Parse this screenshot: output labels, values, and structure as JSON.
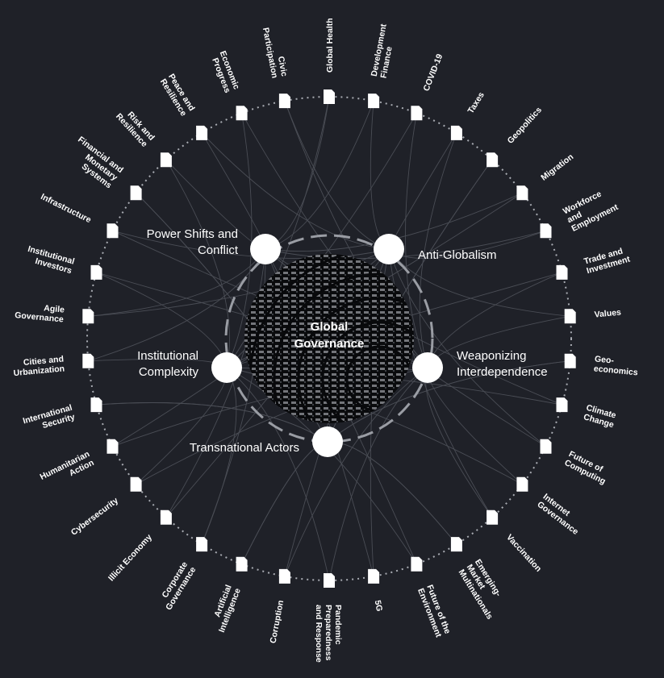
{
  "colors": {
    "background": "#1f2128",
    "foreground": "#ffffff",
    "line": "#4a4d55",
    "ring": "#a9acb3"
  },
  "center": {
    "label": "Global Governance",
    "lines": [
      "Global",
      "Governance"
    ]
  },
  "key_issues": [
    {
      "label": "Power Shifts and Conflict",
      "lines": [
        "Power Shifts and",
        "Conflict"
      ]
    },
    {
      "label": "Anti-Globalism",
      "lines": [
        "Anti-Globalism"
      ]
    },
    {
      "label": "Institutional Complexity",
      "lines": [
        "Institutional",
        "Complexity"
      ]
    },
    {
      "label": "Weaponizing Interdependence",
      "lines": [
        "Weaponizing",
        "Interdependence"
      ]
    },
    {
      "label": "Transnational Actors",
      "lines": [
        "Transnational Actors"
      ]
    }
  ],
  "topics": [
    {
      "label": "Global Health",
      "lines": [
        "Global Health"
      ]
    },
    {
      "label": "Development Finance",
      "lines": [
        "Development",
        "Finance"
      ]
    },
    {
      "label": "COVID-19",
      "lines": [
        "COVID-19"
      ]
    },
    {
      "label": "Taxes",
      "lines": [
        "Taxes"
      ]
    },
    {
      "label": "Geopolitics",
      "lines": [
        "Geopolitics"
      ]
    },
    {
      "label": "Migration",
      "lines": [
        "Migration"
      ]
    },
    {
      "label": "Workforce and Employment",
      "lines": [
        "Workforce",
        "and",
        "Employment"
      ]
    },
    {
      "label": "Trade and Investment",
      "lines": [
        "Trade and",
        "Investment"
      ]
    },
    {
      "label": "Values",
      "lines": [
        "Values"
      ]
    },
    {
      "label": "Geo-economics",
      "lines": [
        "Geo-",
        "economics"
      ]
    },
    {
      "label": "Climate Change",
      "lines": [
        "Climate",
        "Change"
      ]
    },
    {
      "label": "Future of Computing",
      "lines": [
        "Future of",
        "Computing"
      ]
    },
    {
      "label": "Internet Governance",
      "lines": [
        "Internet",
        "Governance"
      ]
    },
    {
      "label": "Vaccination",
      "lines": [
        "Vaccination"
      ]
    },
    {
      "label": "Emerging-Market Multinationals",
      "lines": [
        "Emerging-",
        "Market",
        "Multinationals"
      ]
    },
    {
      "label": "Future of the Environment",
      "lines": [
        "Future of the",
        "Environment"
      ]
    },
    {
      "label": "5G",
      "lines": [
        "5G"
      ]
    },
    {
      "label": "Pandemic Preparedness and Response",
      "lines": [
        "Pandemic",
        "Preparedness",
        "and Response"
      ]
    },
    {
      "label": "Corruption",
      "lines": [
        "Corruption"
      ]
    },
    {
      "label": "Artificial Intelligence",
      "lines": [
        "Artificial",
        "Intelligence"
      ]
    },
    {
      "label": "Corporate Governance",
      "lines": [
        "Corporate",
        "Governance"
      ]
    },
    {
      "label": "Illicit Economy",
      "lines": [
        "Illicit Economy"
      ]
    },
    {
      "label": "Cybersecurity",
      "lines": [
        "Cybersecurity"
      ]
    },
    {
      "label": "Humanitarian Action",
      "lines": [
        "Humanitarian",
        "Action"
      ]
    },
    {
      "label": "International Security",
      "lines": [
        "International",
        "Security"
      ]
    },
    {
      "label": "Cities and Urbanization",
      "lines": [
        "Cities and",
        "Urbanization"
      ]
    },
    {
      "label": "Agile Governance",
      "lines": [
        "Agile",
        "Governance"
      ]
    },
    {
      "label": "Institutional Investors",
      "lines": [
        "Institutional",
        "Investors"
      ]
    },
    {
      "label": "Infrastructure",
      "lines": [
        "Infrastructure"
      ]
    },
    {
      "label": "Financial and Monetary Systems",
      "lines": [
        "Financial and",
        "Monetary",
        "Systems"
      ]
    },
    {
      "label": "Risk and Resilience",
      "lines": [
        "Risk and",
        "Resilience"
      ]
    },
    {
      "label": "Peace and Resilience",
      "lines": [
        "Peace and",
        "Resilience"
      ]
    },
    {
      "label": "Economic Progress",
      "lines": [
        "Economic",
        "Progress"
      ]
    },
    {
      "label": "Civic Participation",
      "lines": [
        "Civic",
        "Participation"
      ]
    }
  ]
}
